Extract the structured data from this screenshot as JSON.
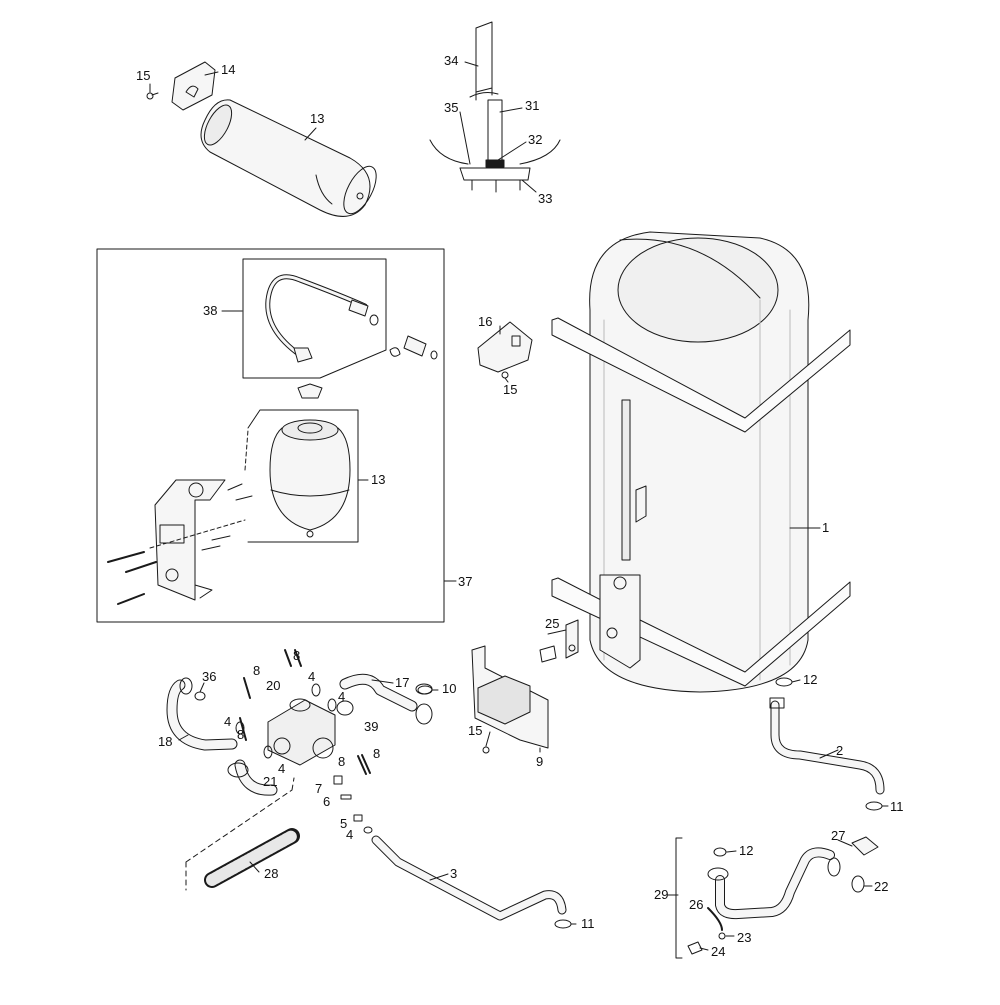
{
  "diagram": {
    "colors": {
      "line": "#1a1a1a",
      "fill": "#f6f6f6",
      "shade": "#e9e9e9"
    },
    "labels": [
      {
        "id": "1",
        "text": "1"
      },
      {
        "id": "2",
        "text": "2"
      },
      {
        "id": "3",
        "text": "3"
      },
      {
        "id": "4a",
        "text": "4"
      },
      {
        "id": "4b",
        "text": "4"
      },
      {
        "id": "4c",
        "text": "4"
      },
      {
        "id": "4d",
        "text": "4"
      },
      {
        "id": "4e",
        "text": "4"
      },
      {
        "id": "5",
        "text": "5"
      },
      {
        "id": "6",
        "text": "6"
      },
      {
        "id": "7",
        "text": "7"
      },
      {
        "id": "8a",
        "text": "8"
      },
      {
        "id": "8b",
        "text": "8"
      },
      {
        "id": "8c",
        "text": "8"
      },
      {
        "id": "8d",
        "text": "8"
      },
      {
        "id": "8e",
        "text": "8"
      },
      {
        "id": "9",
        "text": "9"
      },
      {
        "id": "10",
        "text": "10"
      },
      {
        "id": "11a",
        "text": "11"
      },
      {
        "id": "11b",
        "text": "11"
      },
      {
        "id": "12a",
        "text": "12"
      },
      {
        "id": "12b",
        "text": "12"
      },
      {
        "id": "13a",
        "text": "13"
      },
      {
        "id": "13b",
        "text": "13"
      },
      {
        "id": "14",
        "text": "14"
      },
      {
        "id": "15a",
        "text": "15"
      },
      {
        "id": "15b",
        "text": "15"
      },
      {
        "id": "15c",
        "text": "15"
      },
      {
        "id": "16",
        "text": "16"
      },
      {
        "id": "17",
        "text": "17"
      },
      {
        "id": "18",
        "text": "18"
      },
      {
        "id": "20",
        "text": "20"
      },
      {
        "id": "21",
        "text": "21"
      },
      {
        "id": "22",
        "text": "22"
      },
      {
        "id": "23",
        "text": "23"
      },
      {
        "id": "24",
        "text": "24"
      },
      {
        "id": "25",
        "text": "25"
      },
      {
        "id": "26",
        "text": "26"
      },
      {
        "id": "27",
        "text": "27"
      },
      {
        "id": "28",
        "text": "28"
      },
      {
        "id": "29",
        "text": "29"
      },
      {
        "id": "31",
        "text": "31"
      },
      {
        "id": "32",
        "text": "32"
      },
      {
        "id": "33",
        "text": "33"
      },
      {
        "id": "34",
        "text": "34"
      },
      {
        "id": "35",
        "text": "35"
      },
      {
        "id": "36",
        "text": "36"
      },
      {
        "id": "37",
        "text": "37"
      },
      {
        "id": "38",
        "text": "38"
      },
      {
        "id": "39",
        "text": "39"
      }
    ]
  }
}
